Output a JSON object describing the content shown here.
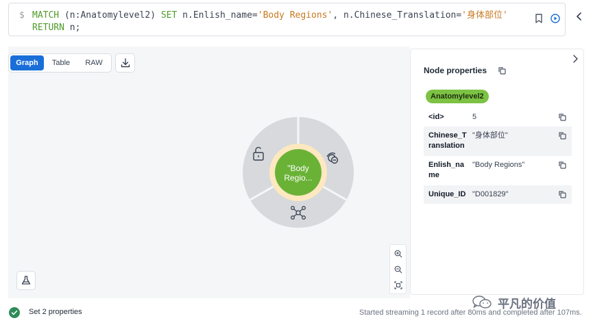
{
  "query": {
    "prompt": "$",
    "kw_match": "MATCH",
    "pattern": " (n:Anatomylevel2) ",
    "kw_set": "SET",
    "assign1": " n.Enlish_name=",
    "val1": "'Body Regions'",
    "assign2": ", n.Chinese_Translation=",
    "val2": "'身体部位'",
    "kw_return": "RETURN",
    "return_tail": " n;"
  },
  "view_tabs": [
    "Graph",
    "Table",
    "RAW"
  ],
  "active_tab": "Graph",
  "graph": {
    "node_caption": "\"Body Regio...",
    "node_color": "#6ab236",
    "ring_color": "#d7d9dc",
    "ring_inner_color": "#fde8c0",
    "menu_icons": [
      "unlock-icon",
      "hide-icon",
      "expand-icon"
    ]
  },
  "panel": {
    "title": "Node properties",
    "label": "Anatomylevel2",
    "properties": [
      {
        "key": "<id>",
        "value": "5"
      },
      {
        "key": "Chinese_Translation",
        "value": "\"身体部位\""
      },
      {
        "key": "Enlish_name",
        "value": "\"Body Regions\""
      },
      {
        "key": "Unique_ID",
        "value": "\"D001829\""
      }
    ]
  },
  "status": {
    "message": "Set 2 properties",
    "timing": "Started streaming 1 record after 80ms and completed after 107ms."
  },
  "watermark": {
    "text": "平凡的价值"
  },
  "colors": {
    "accent": "#1a6ed8",
    "success": "#2e8b57",
    "keyword": "#4f9a2b",
    "string": "#c8781e"
  }
}
